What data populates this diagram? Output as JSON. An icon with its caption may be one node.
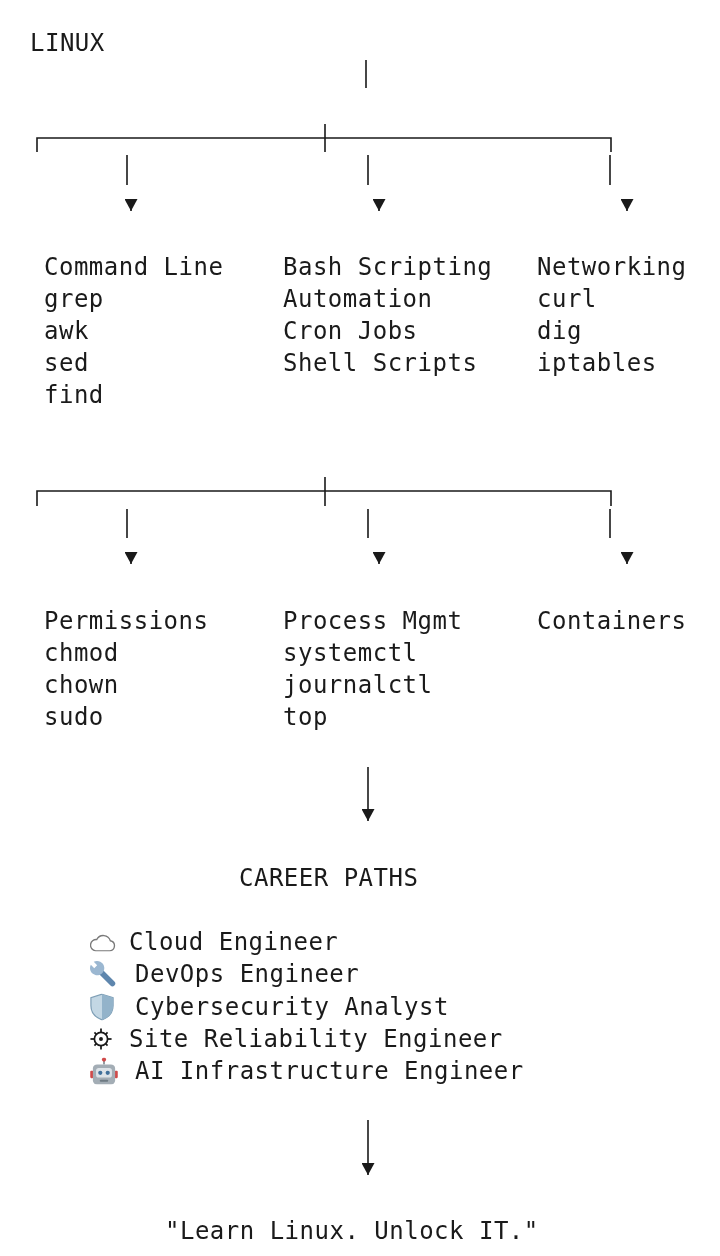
{
  "diagram": {
    "title": "LINUX",
    "nodes": [
      {
        "text": [
          "Command Line",
          "grep",
          "awk",
          "sed",
          "find"
        ]
      },
      {
        "text": [
          "Bash Scripting",
          "Automation",
          "Cron Jobs",
          "Shell Scripts"
        ]
      },
      {
        "text": [
          "Networking",
          "curl",
          "dig",
          "iptables"
        ]
      },
      {
        "text": [
          "Permissions",
          "chmod",
          "chown",
          "sudo"
        ]
      },
      {
        "text": [
          "Process Mgmt",
          "systemctl",
          "journalctl",
          "top"
        ]
      },
      {
        "text": [
          "Containers"
        ]
      },
      {
        "text": [
          "CAREER PATHS",
          "Cloud Engineer",
          "DevOps Engineer",
          "Cybersecurity Analyst",
          "Site Reliability Engineer",
          "AI Infrastructure Engineer"
        ]
      },
      {
        "text": [
          "\"Learn Linux. Unlock IT.\""
        ]
      }
    ],
    "edges": [
      {
        "from": null,
        "to": 0,
        "arrow": "to"
      },
      {
        "from": null,
        "to": 1,
        "arrow": "to"
      },
      {
        "from": null,
        "to": 2,
        "arrow": "to"
      },
      {
        "from": null,
        "to": 3,
        "arrow": "to"
      },
      {
        "from": null,
        "to": 4,
        "arrow": "to"
      },
      {
        "from": null,
        "to": 5,
        "arrow": "to"
      },
      {
        "from": 4,
        "to": 6,
        "arrow": "to"
      },
      {
        "from": 6,
        "to": 7,
        "arrow": "to"
      }
    ]
  }
}
